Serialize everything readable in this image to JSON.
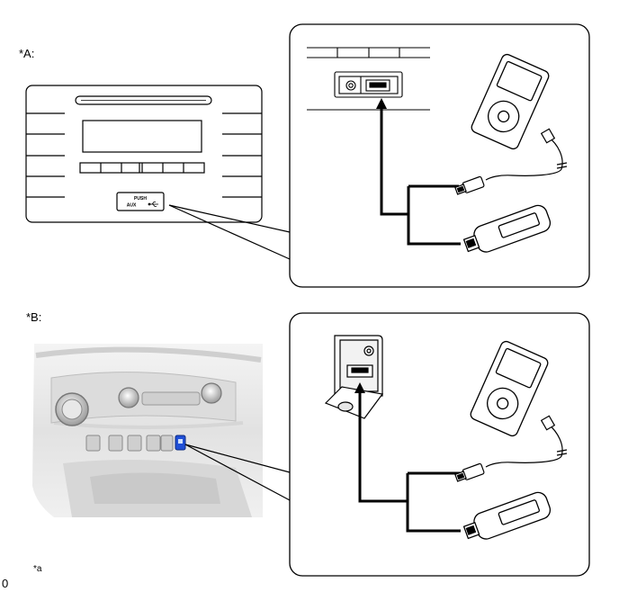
{
  "labels": {
    "a": "*A:",
    "b": "*B:",
    "callout": "*a",
    "corner": "0"
  },
  "radio_unit": {
    "push_label": "PUSH",
    "aux_label": "AUX"
  },
  "icons": [
    "usb-icon",
    "portable-music-player-icon",
    "usb-flash-drive-icon",
    "usb-plug-icon"
  ],
  "colors": {
    "line": "#000000",
    "highlight": "#1f4fd6",
    "photo_bg": "#e9e9e9"
  }
}
